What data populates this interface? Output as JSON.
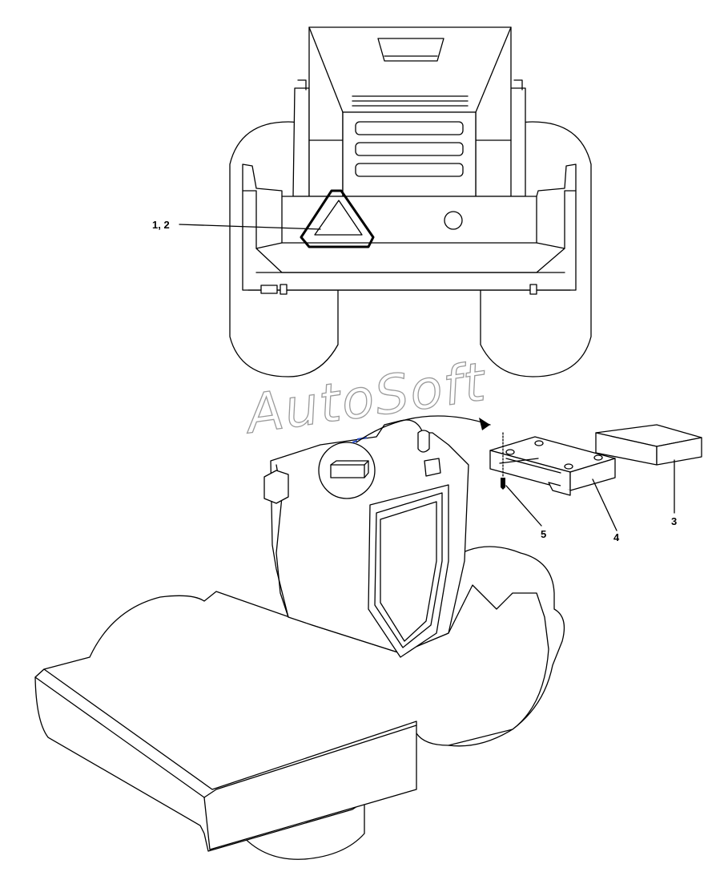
{
  "callouts": {
    "c12": "1, 2",
    "c3": "3",
    "c4": "4",
    "c5": "5"
  },
  "watermark": "AutoSoft",
  "colors": {
    "line": "#000000",
    "watermark": "#9a9a9a",
    "background": "#ffffff",
    "blue_mark": "#3355cc"
  }
}
